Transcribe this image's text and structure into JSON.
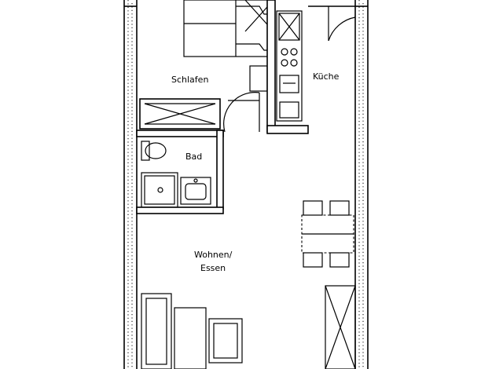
{
  "rooms": {
    "schlafen": "Schlafen",
    "kueche": "Küche",
    "bad": "Bad",
    "wohnen_line1": "Wohnen/",
    "wohnen_line2": "Essen"
  },
  "colors": {
    "ink": "#000000",
    "paper": "#ffffff"
  }
}
